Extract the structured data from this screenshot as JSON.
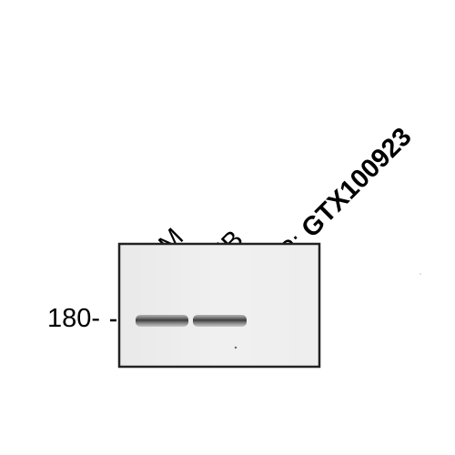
{
  "lanes": [
    {
      "label": "SM",
      "has_band": true
    },
    {
      "label": "UB",
      "has_band": true
    },
    {
      "label_prefix": "IP: ",
      "label_antibody": "GTX100923",
      "has_band": false
    }
  ],
  "marker": {
    "label": "180-"
  }
}
